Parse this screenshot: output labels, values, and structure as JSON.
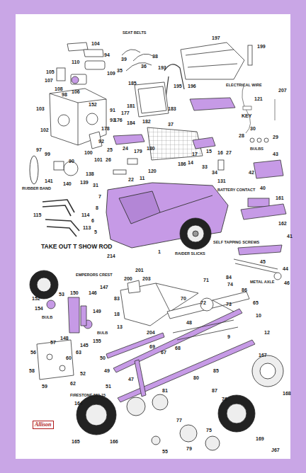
{
  "diagram": {
    "title": "TAKE OUT T SHOW ROD",
    "labels": [
      "104",
      "94",
      "110",
      "109",
      "105",
      "107",
      "108",
      "98",
      "106",
      "103",
      "152",
      "91",
      "93",
      "102",
      "92",
      "97",
      "99",
      "100",
      "101",
      "90",
      "RUBBER BAND",
      "141",
      "140",
      "139",
      "138",
      "115",
      "114",
      "113",
      "SEAT BELTS",
      "39",
      "36",
      "35",
      "38",
      "193",
      "197",
      "199",
      "195",
      "196",
      "185",
      "181",
      "182",
      "183",
      "184",
      "ELECTRICAL WIRE",
      "KEY",
      "121",
      "207",
      "37",
      "186",
      "177",
      "176",
      "178",
      "179",
      "180",
      "24",
      "25",
      "26",
      "31",
      "22",
      "11",
      "120",
      "7",
      "8",
      "6",
      "5",
      "214",
      "1",
      "RAIDER SLICKS",
      "17",
      "15",
      "16",
      "14",
      "27",
      "33",
      "34",
      "30",
      "28",
      "29",
      "BULBS",
      "131",
      "42",
      "43",
      "BATTERY CONTACT",
      "40",
      "161",
      "162",
      "SELF TAPPING SCREWS",
      "41",
      "METAL AXLE",
      "45",
      "44",
      "46",
      "EMPERORS CREST",
      "201",
      "200",
      "203",
      "147",
      "146",
      "83",
      "18",
      "13",
      "204",
      "71",
      "72",
      "73",
      "74",
      "70",
      "84",
      "86",
      "53",
      "152",
      "154",
      "BULB",
      "150",
      "148",
      "149",
      "BULB",
      "145",
      "155",
      "57",
      "56",
      "58",
      "60",
      "59",
      "62",
      "63",
      "48",
      "67",
      "68",
      "69",
      "47",
      "50",
      "49",
      "51",
      "52",
      "FIRESTONE 560-15",
      "164",
      "166",
      "165",
      "55",
      "80",
      "81",
      "87",
      "76",
      "75",
      "77",
      "79",
      "167",
      "168",
      "169",
      "J67",
      "85",
      "9",
      "10",
      "12",
      "65",
      "Allison"
    ]
  }
}
